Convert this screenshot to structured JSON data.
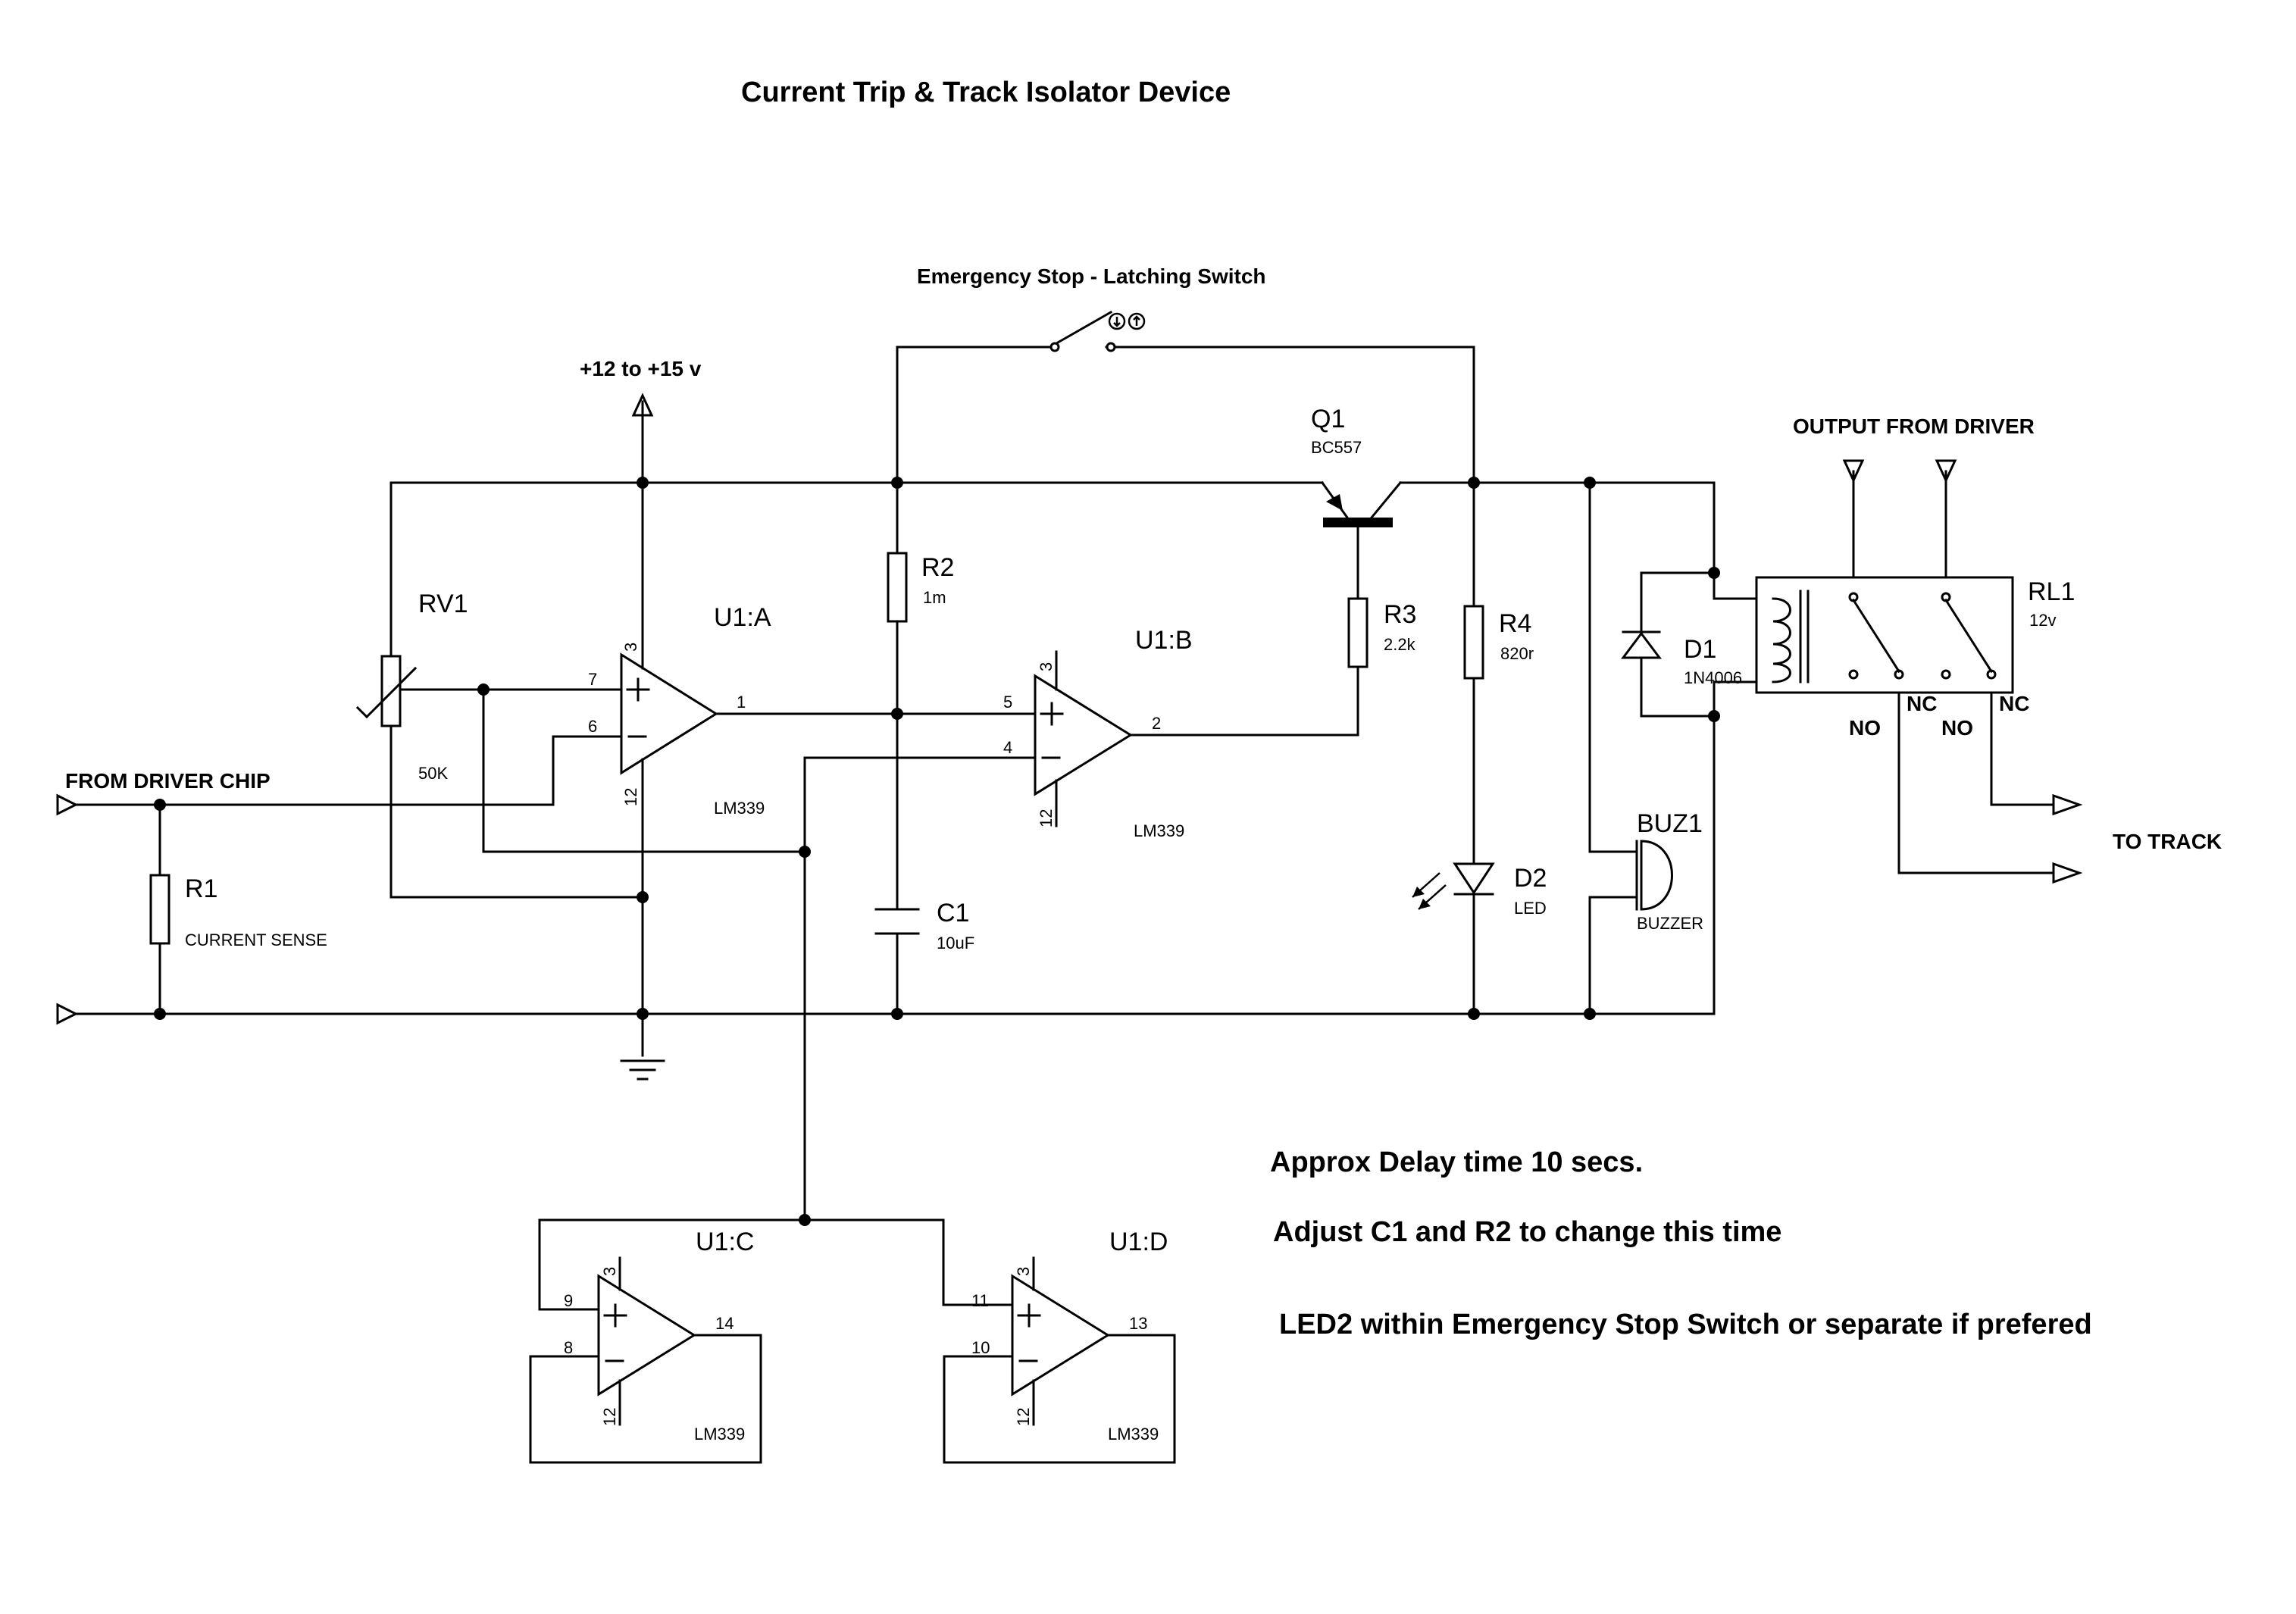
{
  "title": "Current Trip  &  Track Isolator Device",
  "labels": {
    "emergency_stop": "Emergency Stop   - Latching Switch",
    "supply": "+12 to +15 v",
    "from_driver": "FROM DRIVER CHIP",
    "output_from_driver": "OUTPUT FROM DRIVER",
    "to_track": "TO TRACK"
  },
  "components": {
    "q1": {
      "ref": "Q1",
      "value": "BC557"
    },
    "rv1": {
      "ref": "RV1",
      "value": "50K"
    },
    "r1": {
      "ref": "R1",
      "value": "CURRENT SENSE"
    },
    "r2": {
      "ref": "R2",
      "value": "1m"
    },
    "r3": {
      "ref": "R3",
      "value": "2.2k"
    },
    "r4": {
      "ref": "R4",
      "value": "820r"
    },
    "c1": {
      "ref": "C1",
      "value": "10uF"
    },
    "d1": {
      "ref": "D1",
      "value": "1N4006"
    },
    "d2": {
      "ref": "D2",
      "value": "LED"
    },
    "buz1": {
      "ref": "BUZ1",
      "value": "BUZZER"
    },
    "rl1": {
      "ref": "RL1",
      "value": "12v",
      "contacts": [
        "NO",
        "NC",
        "NO",
        "NC"
      ]
    },
    "u1a": {
      "ref": "U1:A",
      "part": "LM339",
      "pins": {
        "inp": "7",
        "inn": "6",
        "out": "1",
        "vp": "3",
        "vn": "12"
      }
    },
    "u1b": {
      "ref": "U1:B",
      "part": "LM339",
      "pins": {
        "inp": "5",
        "inn": "4",
        "out": "2",
        "vp": "3",
        "vn": "12"
      }
    },
    "u1c": {
      "ref": "U1:C",
      "part": "LM339",
      "pins": {
        "inp": "9",
        "inn": "8",
        "out": "14",
        "vp": "3",
        "vn": "12"
      }
    },
    "u1d": {
      "ref": "U1:D",
      "part": "LM339",
      "pins": {
        "inp": "11",
        "inn": "10",
        "out": "13",
        "vp": "3",
        "vn": "12"
      }
    }
  },
  "notes": [
    "Approx Delay time 10 secs.",
    "Adjust   C1 and R2 to change this time",
    "LED2 within  Emergency Stop Switch  or separate if prefered"
  ]
}
